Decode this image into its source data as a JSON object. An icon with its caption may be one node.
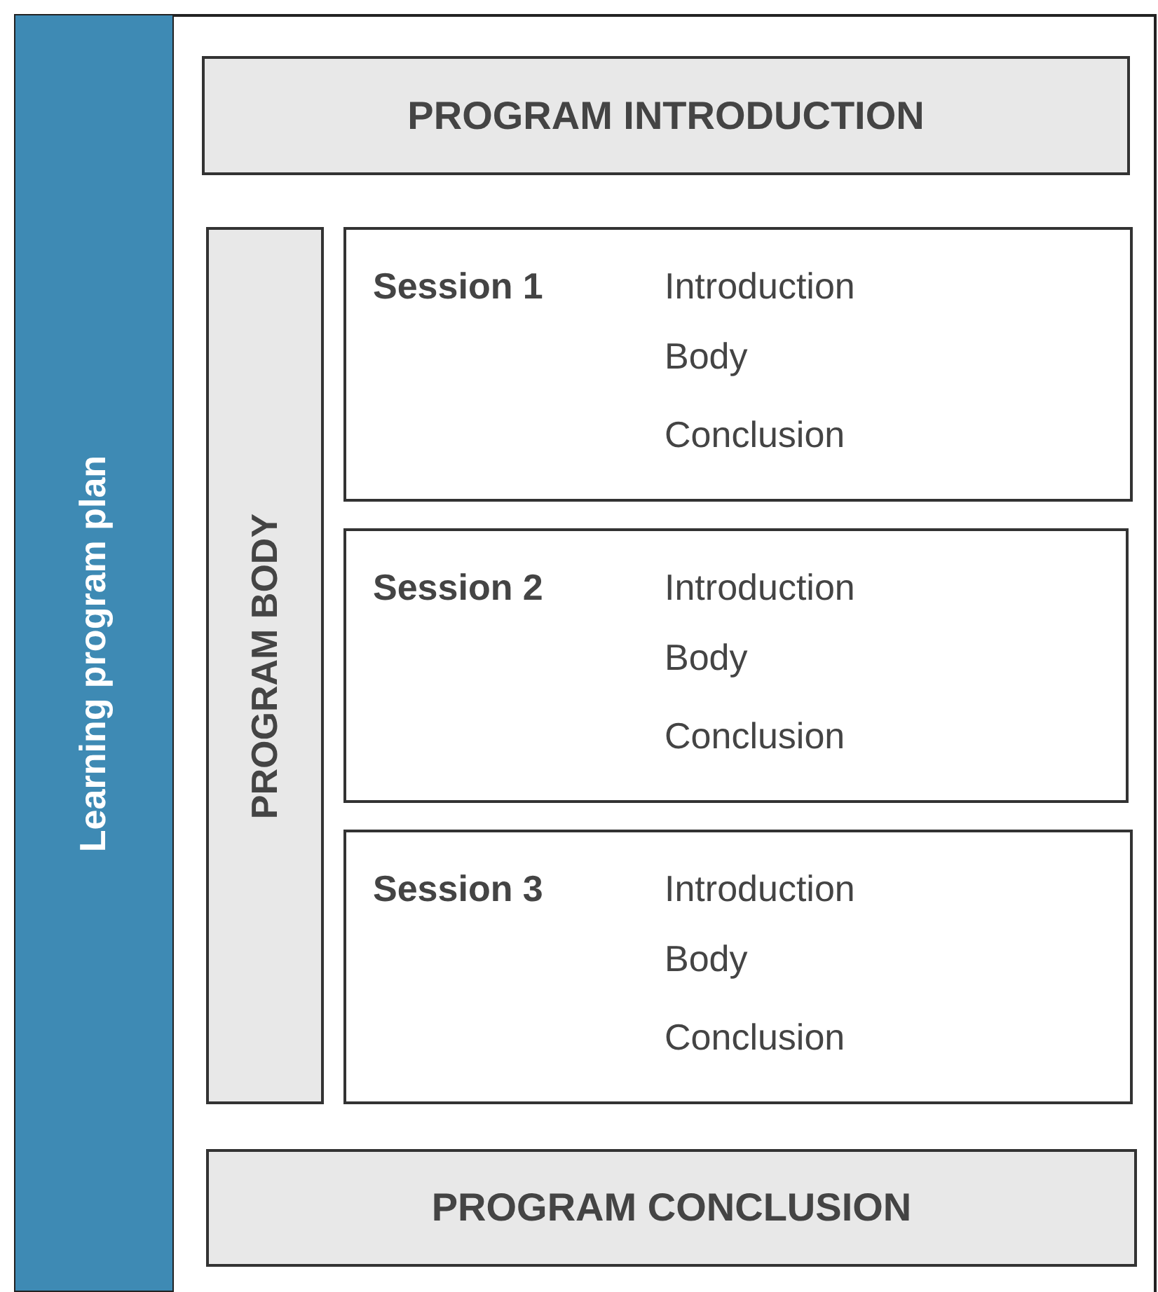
{
  "diagram": {
    "nodes": [
      {
        "text": [
          "Learning program plan"
        ]
      },
      {
        "text": [
          "PROGRAM INTRODUCTION"
        ]
      },
      {
        "text": [
          "PROGRAM BODY"
        ]
      },
      {
        "text": [
          "Session 1",
          "Introduction",
          "Body",
          "Conclusion"
        ]
      },
      {
        "text": [
          "Session 2",
          "Introduction",
          "Body",
          "Conclusion"
        ]
      },
      {
        "text": [
          "Session 3",
          "Introduction",
          "Body",
          "Conclusion"
        ]
      },
      {
        "text": [
          "PROGRAM CONCLUSION"
        ]
      }
    ]
  }
}
